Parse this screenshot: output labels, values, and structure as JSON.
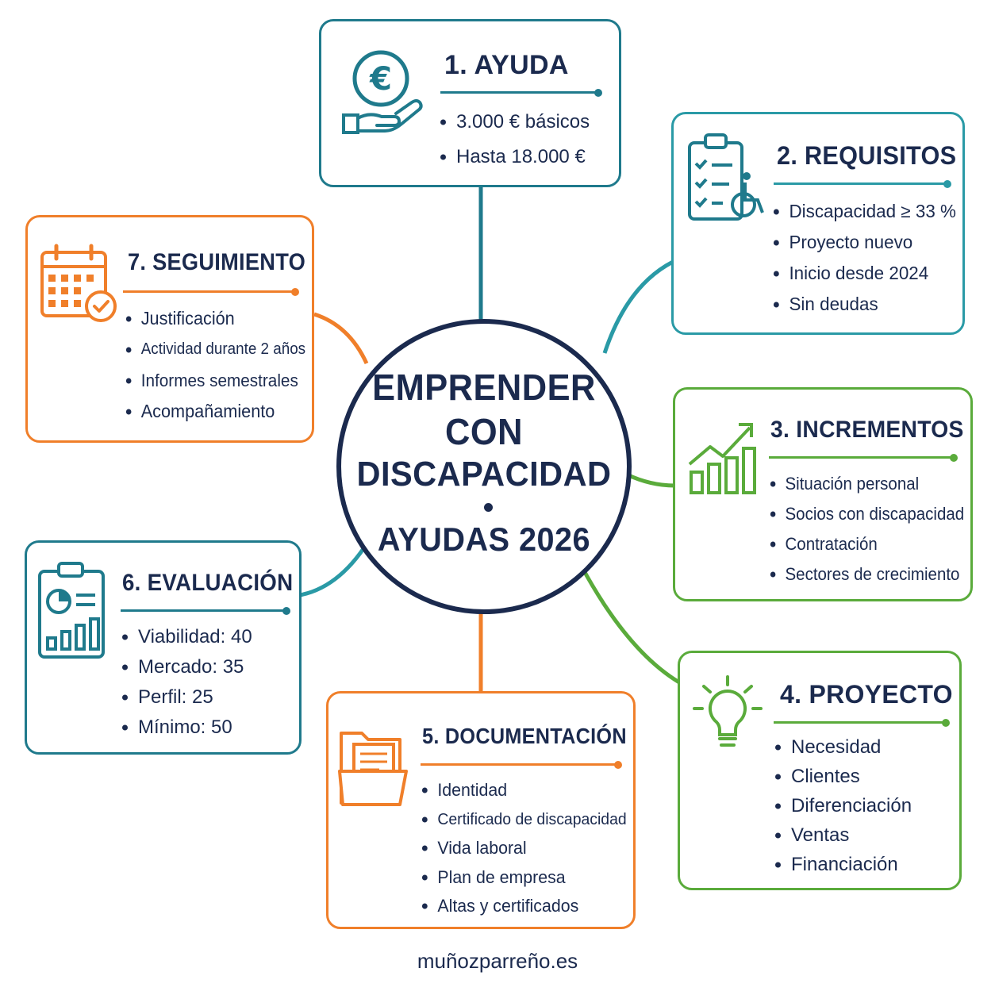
{
  "colors": {
    "navy": "#1b2a4e",
    "teal": "#1f7a8c",
    "teal_light": "#2a9aa6",
    "green": "#5aab3b",
    "orange": "#f07f2a"
  },
  "center": {
    "line1": "EMPRENDER",
    "line2": "CON",
    "line3": "DISCAPACIDAD",
    "line4": "AYUDAS 2026"
  },
  "cards": {
    "ayuda": {
      "title": "1. AYUDA",
      "icon": "euro-hand-icon",
      "items": [
        "3.000 € básicos",
        "Hasta 18.000 €"
      ]
    },
    "requisitos": {
      "title": "2. REQUISITOS",
      "icon": "clipboard-wheelchair-icon",
      "items": [
        "Discapacidad ≥ 33 %",
        "Proyecto nuevo",
        "Inicio desde 2024",
        "Sin deudas"
      ]
    },
    "incrementos": {
      "title": "3. INCREMENTOS",
      "icon": "growth-chart-icon",
      "items": [
        "Situación personal",
        "Socios con discapacidad",
        "Contratación",
        "Sectores de crecimiento"
      ]
    },
    "proyecto": {
      "title": "4. PROYECTO",
      "icon": "lightbulb-icon",
      "items": [
        "Necesidad",
        "Clientes",
        "Diferenciación",
        "Ventas",
        "Financiación"
      ]
    },
    "documentacion": {
      "title": "5. DOCUMENTACIÓN",
      "icon": "folder-icon",
      "items": [
        "Identidad",
        "Certificado de discapacidad",
        "Vida laboral",
        "Plan de empresa",
        "Altas y certificados"
      ]
    },
    "evaluacion": {
      "title": "6. EVALUACIÓN",
      "icon": "clipboard-chart-icon",
      "items": [
        "Viabilidad: 40",
        "Mercado: 35",
        "Perfil: 25",
        "Mínimo: 50"
      ]
    },
    "seguimiento": {
      "title": "7. SEGUIMIENTO",
      "icon": "calendar-check-icon",
      "items": [
        "Justificación",
        "Actividad durante 2 años",
        "Informes semestrales",
        "Acompañamiento"
      ]
    }
  },
  "footer": "muñozparreño.es"
}
